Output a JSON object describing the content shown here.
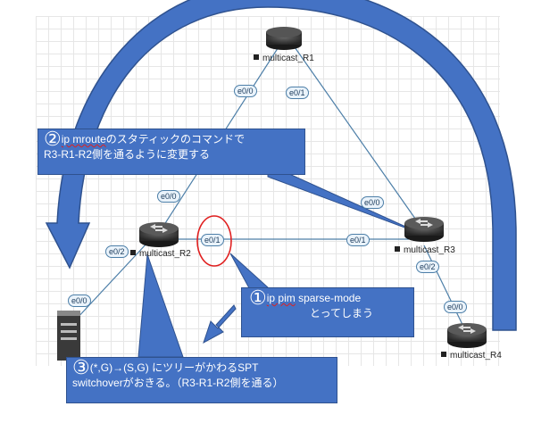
{
  "routers": [
    {
      "name": "multicast_R1"
    },
    {
      "name": "multicast_R2"
    },
    {
      "name": "multicast_R3"
    },
    {
      "name": "multicast_R4"
    }
  ],
  "ports": {
    "r1_e00": "e0/0",
    "r1_e01": "e0/1",
    "r2_e00": "e0/0",
    "r2_e01": "e0/1",
    "r2_e02": "e0/2",
    "r3_e00": "e0/0",
    "r3_e01": "e0/1",
    "r3_e02": "e0/2",
    "r4_e00": "e0/0",
    "host_e00": "e0/0"
  },
  "callouts": {
    "c2": {
      "num": "②",
      "cmd": "ip mroute",
      "line1_rest": "のスタティックのコマンドで",
      "line2": "R3-R1-R2側を通るように変更する"
    },
    "c1": {
      "num": "①",
      "cmd": "ip pim",
      "line1_rest": " sparse-mode",
      "line2": "とってしまう"
    },
    "c3": {
      "num": "③",
      "line1": "(*,G)→(S,G) にツリーがかわるSPT",
      "line2": "switchoverがおきる。（R3-R1-R2側を通る）"
    }
  },
  "colors": {
    "arrow": "#4472c4",
    "arrow_border": "#2f528f",
    "highlight": "#e02020",
    "link": "#4d7fa8"
  }
}
